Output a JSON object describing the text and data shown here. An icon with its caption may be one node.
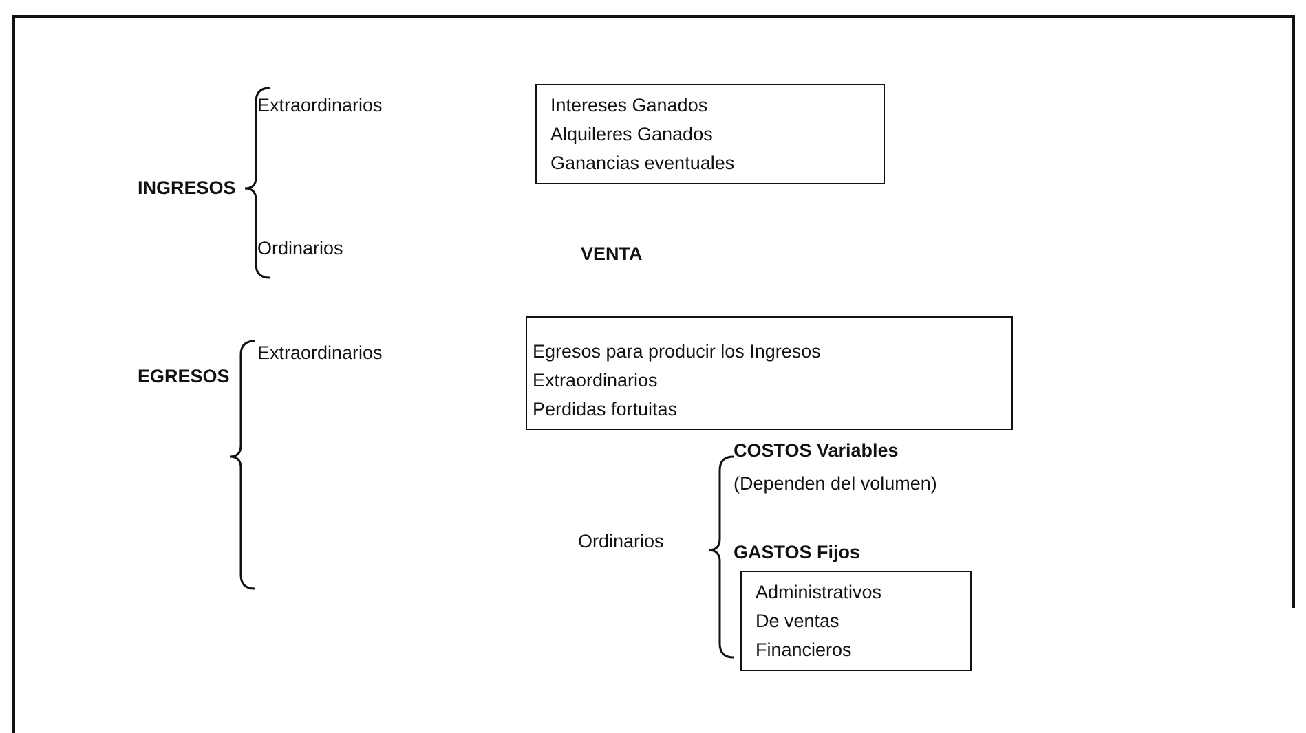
{
  "diagram": {
    "nodes": [
      {
        "text": [
          "Intereses Ganados",
          "Alquileres Ganados",
          "Ganancias eventuales"
        ]
      },
      {
        "text": [
          "Egresos para producir los Ingresos",
          "Extraordinarios",
          "Perdidas fortuitas"
        ]
      },
      {
        "text": [
          "Administrativos",
          "De ventas",
          "Financieros"
        ]
      }
    ],
    "labels": [
      "Extraordinarios",
      "INGRESOS",
      "Ordinarios",
      "VENTA",
      "EGRESOS",
      "Extraordinarios",
      "COSTOS Variables",
      "(Dependen del volumen)",
      "Ordinarios",
      "GASTOS Fijos"
    ]
  }
}
